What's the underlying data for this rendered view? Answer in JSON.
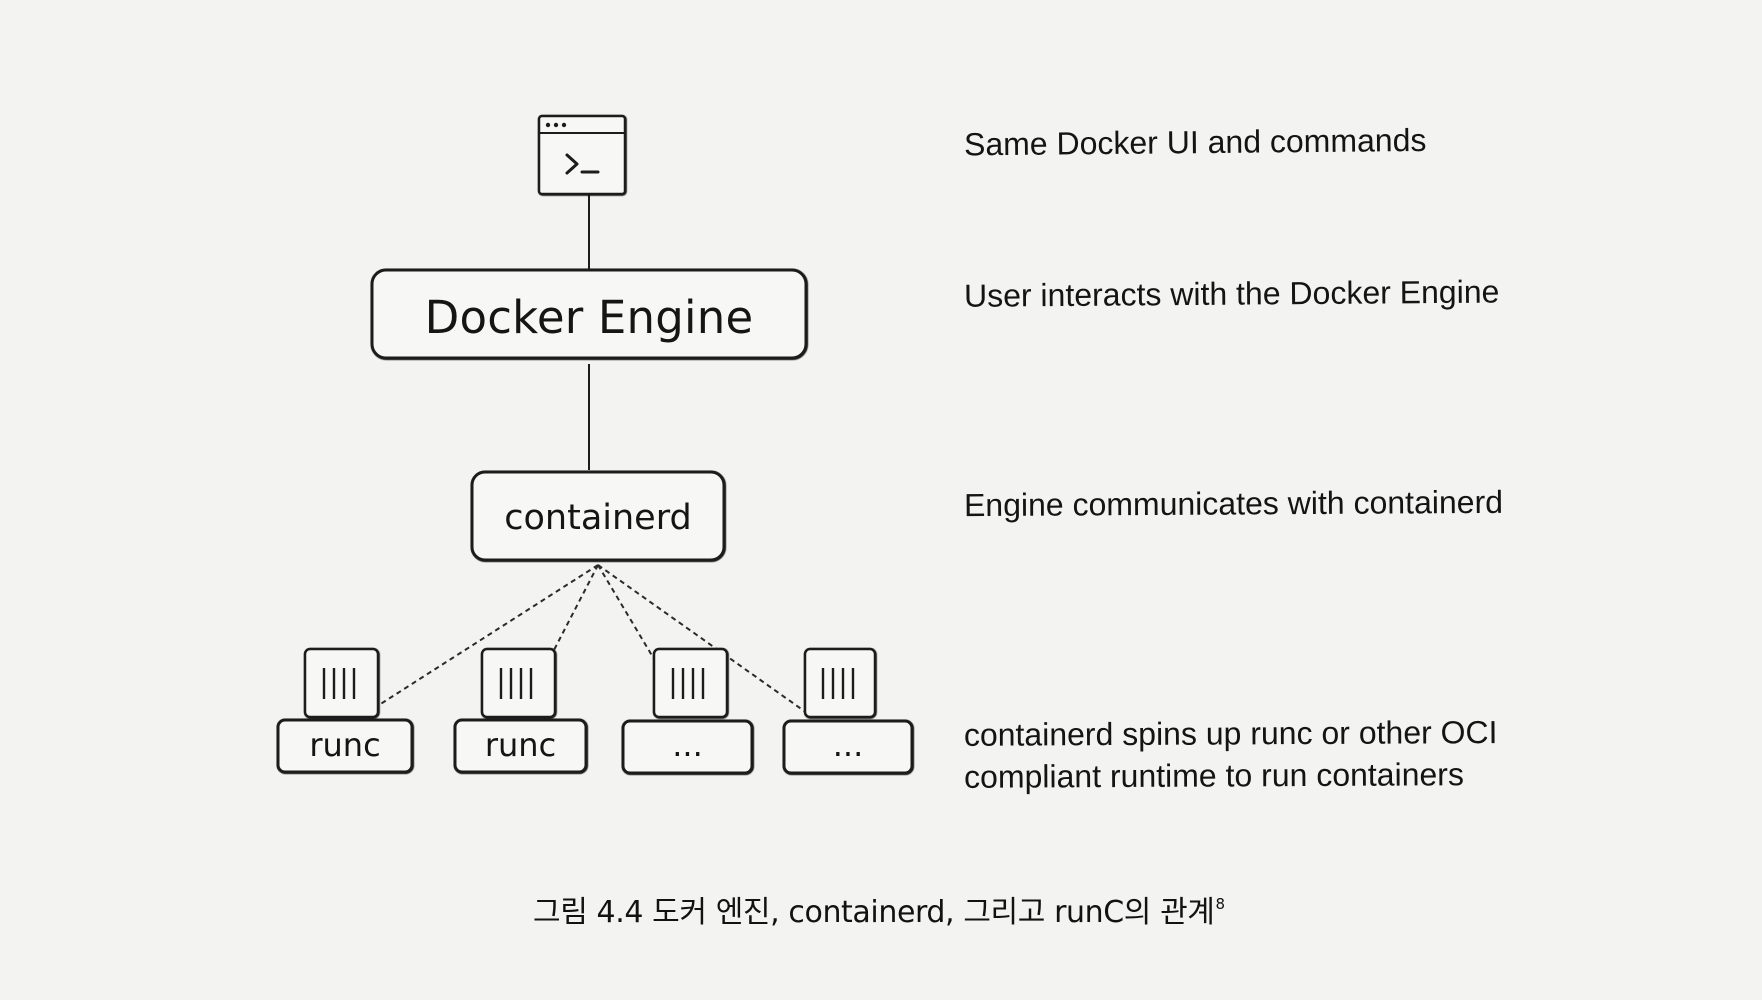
{
  "diagram": {
    "nodes": {
      "engine": "Docker Engine",
      "containerd": "containerd",
      "runtimes": [
        "runc",
        "runc",
        "...",
        "..."
      ]
    },
    "descriptions": [
      "Same Docker UI and commands",
      "User interacts with the Docker Engine",
      "Engine communicates with containerd",
      "containerd spins up runc or other OCI",
      "compliant runtime to run containers"
    ],
    "caption": {
      "text": "그림 4.4 도커 엔진, containerd, 그리고 runC의 관계",
      "footnote": "8"
    },
    "colors": {
      "background": "#f3f3f1",
      "line": "#1d1d1d",
      "text": "#141414",
      "box_fill": "#f7f7f5"
    },
    "icons": {
      "terminal": "terminal-window-icon",
      "container": "container-box-icon"
    }
  }
}
